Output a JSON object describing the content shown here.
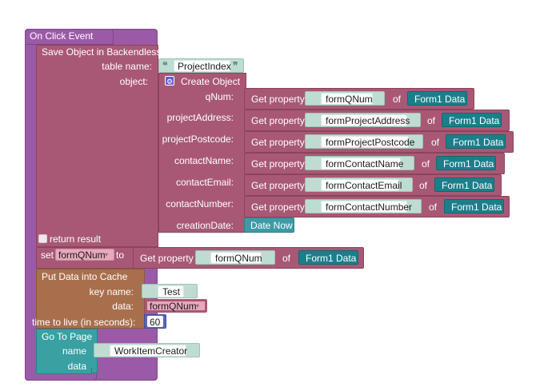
{
  "event": {
    "label": "On Click Event"
  },
  "save": {
    "title": "Save Object in Backendless",
    "table_name_label": "table name:",
    "table_name_value": "ProjectIndex",
    "object_label": "object:",
    "create_object_label": "Create Object",
    "properties": [
      {
        "key": "qNum:",
        "get_label": "Get property",
        "prop": "formQNum",
        "of": "of",
        "source": "Form1 Data"
      },
      {
        "key": "projectAddress:",
        "get_label": "Get property",
        "prop": "formProjectAddress",
        "of": "of",
        "source": "Form1 Data"
      },
      {
        "key": "projectPostcode:",
        "get_label": "Get property",
        "prop": "formProjectPostcode",
        "of": "of",
        "source": "Form1 Data"
      },
      {
        "key": "contactName:",
        "get_label": "Get property",
        "prop": "formContactName",
        "of": "of",
        "source": "Form1 Data"
      },
      {
        "key": "contactEmail:",
        "get_label": "Get property",
        "prop": "formContactEmail",
        "of": "of",
        "source": "Form1 Data"
      },
      {
        "key": "contactNumber:",
        "get_label": "Get property",
        "prop": "formContactNumber",
        "of": "of",
        "source": "Form1 Data"
      }
    ],
    "creation_date_label": "creationDate:",
    "creation_date_value": "Date Now",
    "return_result_label": "return result"
  },
  "set_block": {
    "set_label": "set",
    "variable": "formQNum",
    "to_label": "to",
    "get_label": "Get property",
    "prop": "formQNum",
    "of": "of",
    "source": "Form1 Data"
  },
  "cache": {
    "title": "Put Data into Cache",
    "key_name_label": "key name:",
    "key_name_value": "Test",
    "data_label": "data:",
    "data_value": "formQNum",
    "ttl_label": "time to live (in seconds):",
    "ttl_value": "60"
  },
  "goto": {
    "title": "Go To Page",
    "name_label": "name",
    "name_value": "WorkItemCreator",
    "data_label": "data"
  },
  "colors": {
    "event": "#9b5aa8",
    "backendless": "#a85875",
    "cache": "#a86f4d",
    "navigation": "#3aa0a2",
    "form_data": "#1b7f8a",
    "text": "#bfdcd3"
  }
}
